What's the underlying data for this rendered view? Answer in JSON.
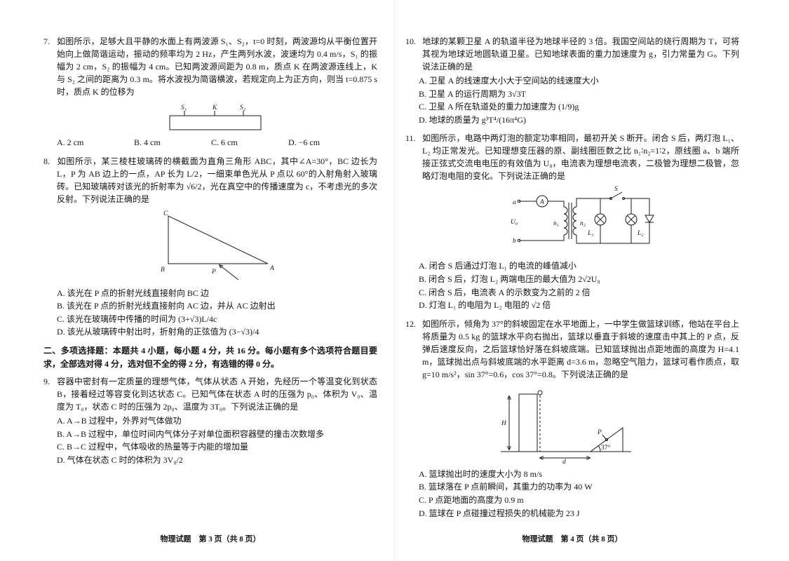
{
  "q7": {
    "num": "7.",
    "stem": "如图所示，足够大且平静的水面上有两波源 S₁、S₂，t=0 时刻，两波源均从平衡位置开始向上做简谐运动，振动的频率均为 2 Hz，产生两列水波，波速均为 0.4 m/s，S₁ 的振幅为 2 cm，S₂ 的振幅为 4 cm。已知两波源间距为 0.8 m，质点 K 在两波源连线上，K 与 S₂ 之间的距离为 0.3 m。将水波视为简谐横波，若规定向上为正方向，则当 t=0.875 s 时，质点 K 的位移为",
    "fig": {
      "s1": "S₁",
      "k": "K",
      "s2": "S₂"
    },
    "options": [
      "A. 2 cm",
      "B. 4 cm",
      "C. 6 cm",
      "D. −6 cm"
    ]
  },
  "q8": {
    "num": "8.",
    "stem": "如图所示，某三棱柱玻璃砖的横截面为直角三角形 ABC，其中∠A=30°，BC 边长为 L，P 为 AB 边上的一点，AP 长为 L/2，一细束单色光从 P 点以 60°的入射角射入玻璃砖。已知玻璃砖对该光的折射率为 √6/2，光在真空中的传播速度为 c，不考虑光的多次反射。下列说法正确的是",
    "fig": {
      "c": "C",
      "b": "B",
      "a": "A",
      "p": "P"
    },
    "options": [
      "A. 该光在 P 点的折射光线直接射向 BC 边",
      "B. 该光在 P 点的折射光线直接射向 AC 边，并从 AC 边射出",
      "C. 该光在玻璃砖中传播的时间为 (3+√3)L/4c",
      "D. 该光从玻璃砖中射出时，折射角的正弦值为 (3−√3)/4"
    ]
  },
  "section2": "二、多项选择题：本题共 4 小题，每小题 4 分，共 16 分。每小题有多个选项符合题目要求，全部选对得 4 分，选对但不全的得 2 分，有选错的得 0 分。",
  "q9": {
    "num": "9.",
    "stem": "容器中密封有一定质量的理想气体，气体从状态 A 开始，先经历一个等温变化到状态 B，接着经过等容变化到达状态 C。已知气体在状态 A 时的压强为 p₀、体积为 V₀、温度为 T₀，状态 C 时的压强为 2p₀、温度为 3T₀。下列说法正确的是",
    "options": [
      "A. A→B 过程中，外界对气体做功",
      "B. A→B 过程中，单位时间内气体分子对单位面积容器壁的撞击次数增多",
      "C. B→C 过程中，气体吸收的热量等于内能的增加量",
      "D. 气体在状态 C 时的体积为 3V₀/2"
    ]
  },
  "q10": {
    "num": "10.",
    "stem": "地球的某颗卫星 A 的轨道半径为地球半径的 3 倍。我国空间站的绕行周期为 T，可将其视为地球近地圆轨道卫星。已知地球表面的重力加速度为 g，引力常量为 G。下列说法正确的是",
    "options": [
      "A. 卫星 A 的线速度大小大于空间站的线速度大小",
      "B. 卫星 A 的运行周期为 3√3T",
      "C. 卫星 A 所在轨道处的重力加速度为 (1/9)g",
      "D. 地球的质量为 g³T⁴/(16π⁴G)"
    ]
  },
  "q11": {
    "num": "11.",
    "stem": "如图所示，电路中两灯泡的额定功率相同，最初开关 S 断开。闭合 S 后，两灯泡 L₁、L₂ 均正常发光。已知理想变压器的原、副线圈匝数之比 n₁∶n₂=1∶2，原线圈 a、b 端所接正弦式交流电电压的有效值为 U₀，电流表为理想电流表，二极管为理想二极管，忽略灯泡电阻的变化。下列说法正确的是",
    "fig": {
      "ammeter": "A",
      "a": "a",
      "u0": "U₀",
      "b": "b",
      "n1": "n₁",
      "n2": "n₂",
      "l1": "L₁",
      "l2": "L₂",
      "s": "S"
    },
    "options": [
      "A. 闭合 S 后通过灯泡 L₁ 的电流的峰值减小",
      "B. 闭合 S 后，灯泡 L₂ 两端电压的最大值为 2√2U₀",
      "C. 闭合 S 后，电流表 A 的示数变为之前的 2 倍",
      "D. 灯泡 L₁ 的电阻为 L₂ 电阻的 √2 倍"
    ]
  },
  "q12": {
    "num": "12.",
    "stem": "如图所示，倾角为 37°的斜坡固定在水平地面上，一中学生做篮球训练，他站在平台上将质量为 0.5 kg 的篮球水平向右抛出，篮球以垂直于斜坡的速度击中其上的 P 点，反弹后速度反向，之后篮球恰好落在斜坡底端。已知篮球抛出点距地面的高度为 H=4.1 m，篮球抛出点与斜坡底端的水平距离 d=3.6 m，忽略空气阻力，篮球可看作质点，取 g=10 m/s²，sin 37°=0.6，cos 37°=0.8。下列说法正确的是",
    "fig": {
      "h": "H",
      "d": "d",
      "p": "P",
      "angle": "37°"
    },
    "options": [
      "A. 篮球抛出时的速度大小为 8 m/s",
      "B. 篮球落在 P 点前瞬间，其重力的功率为 40 W",
      "C. P 点距地面的高度为 0.9 m",
      "D. 篮球在 P 点碰撞过程损失的机械能为 23 J"
    ]
  },
  "footer_left": "物理试题　第 3 页（共 8 页）",
  "footer_right": "物理试题　第 4 页（共 8 页）"
}
